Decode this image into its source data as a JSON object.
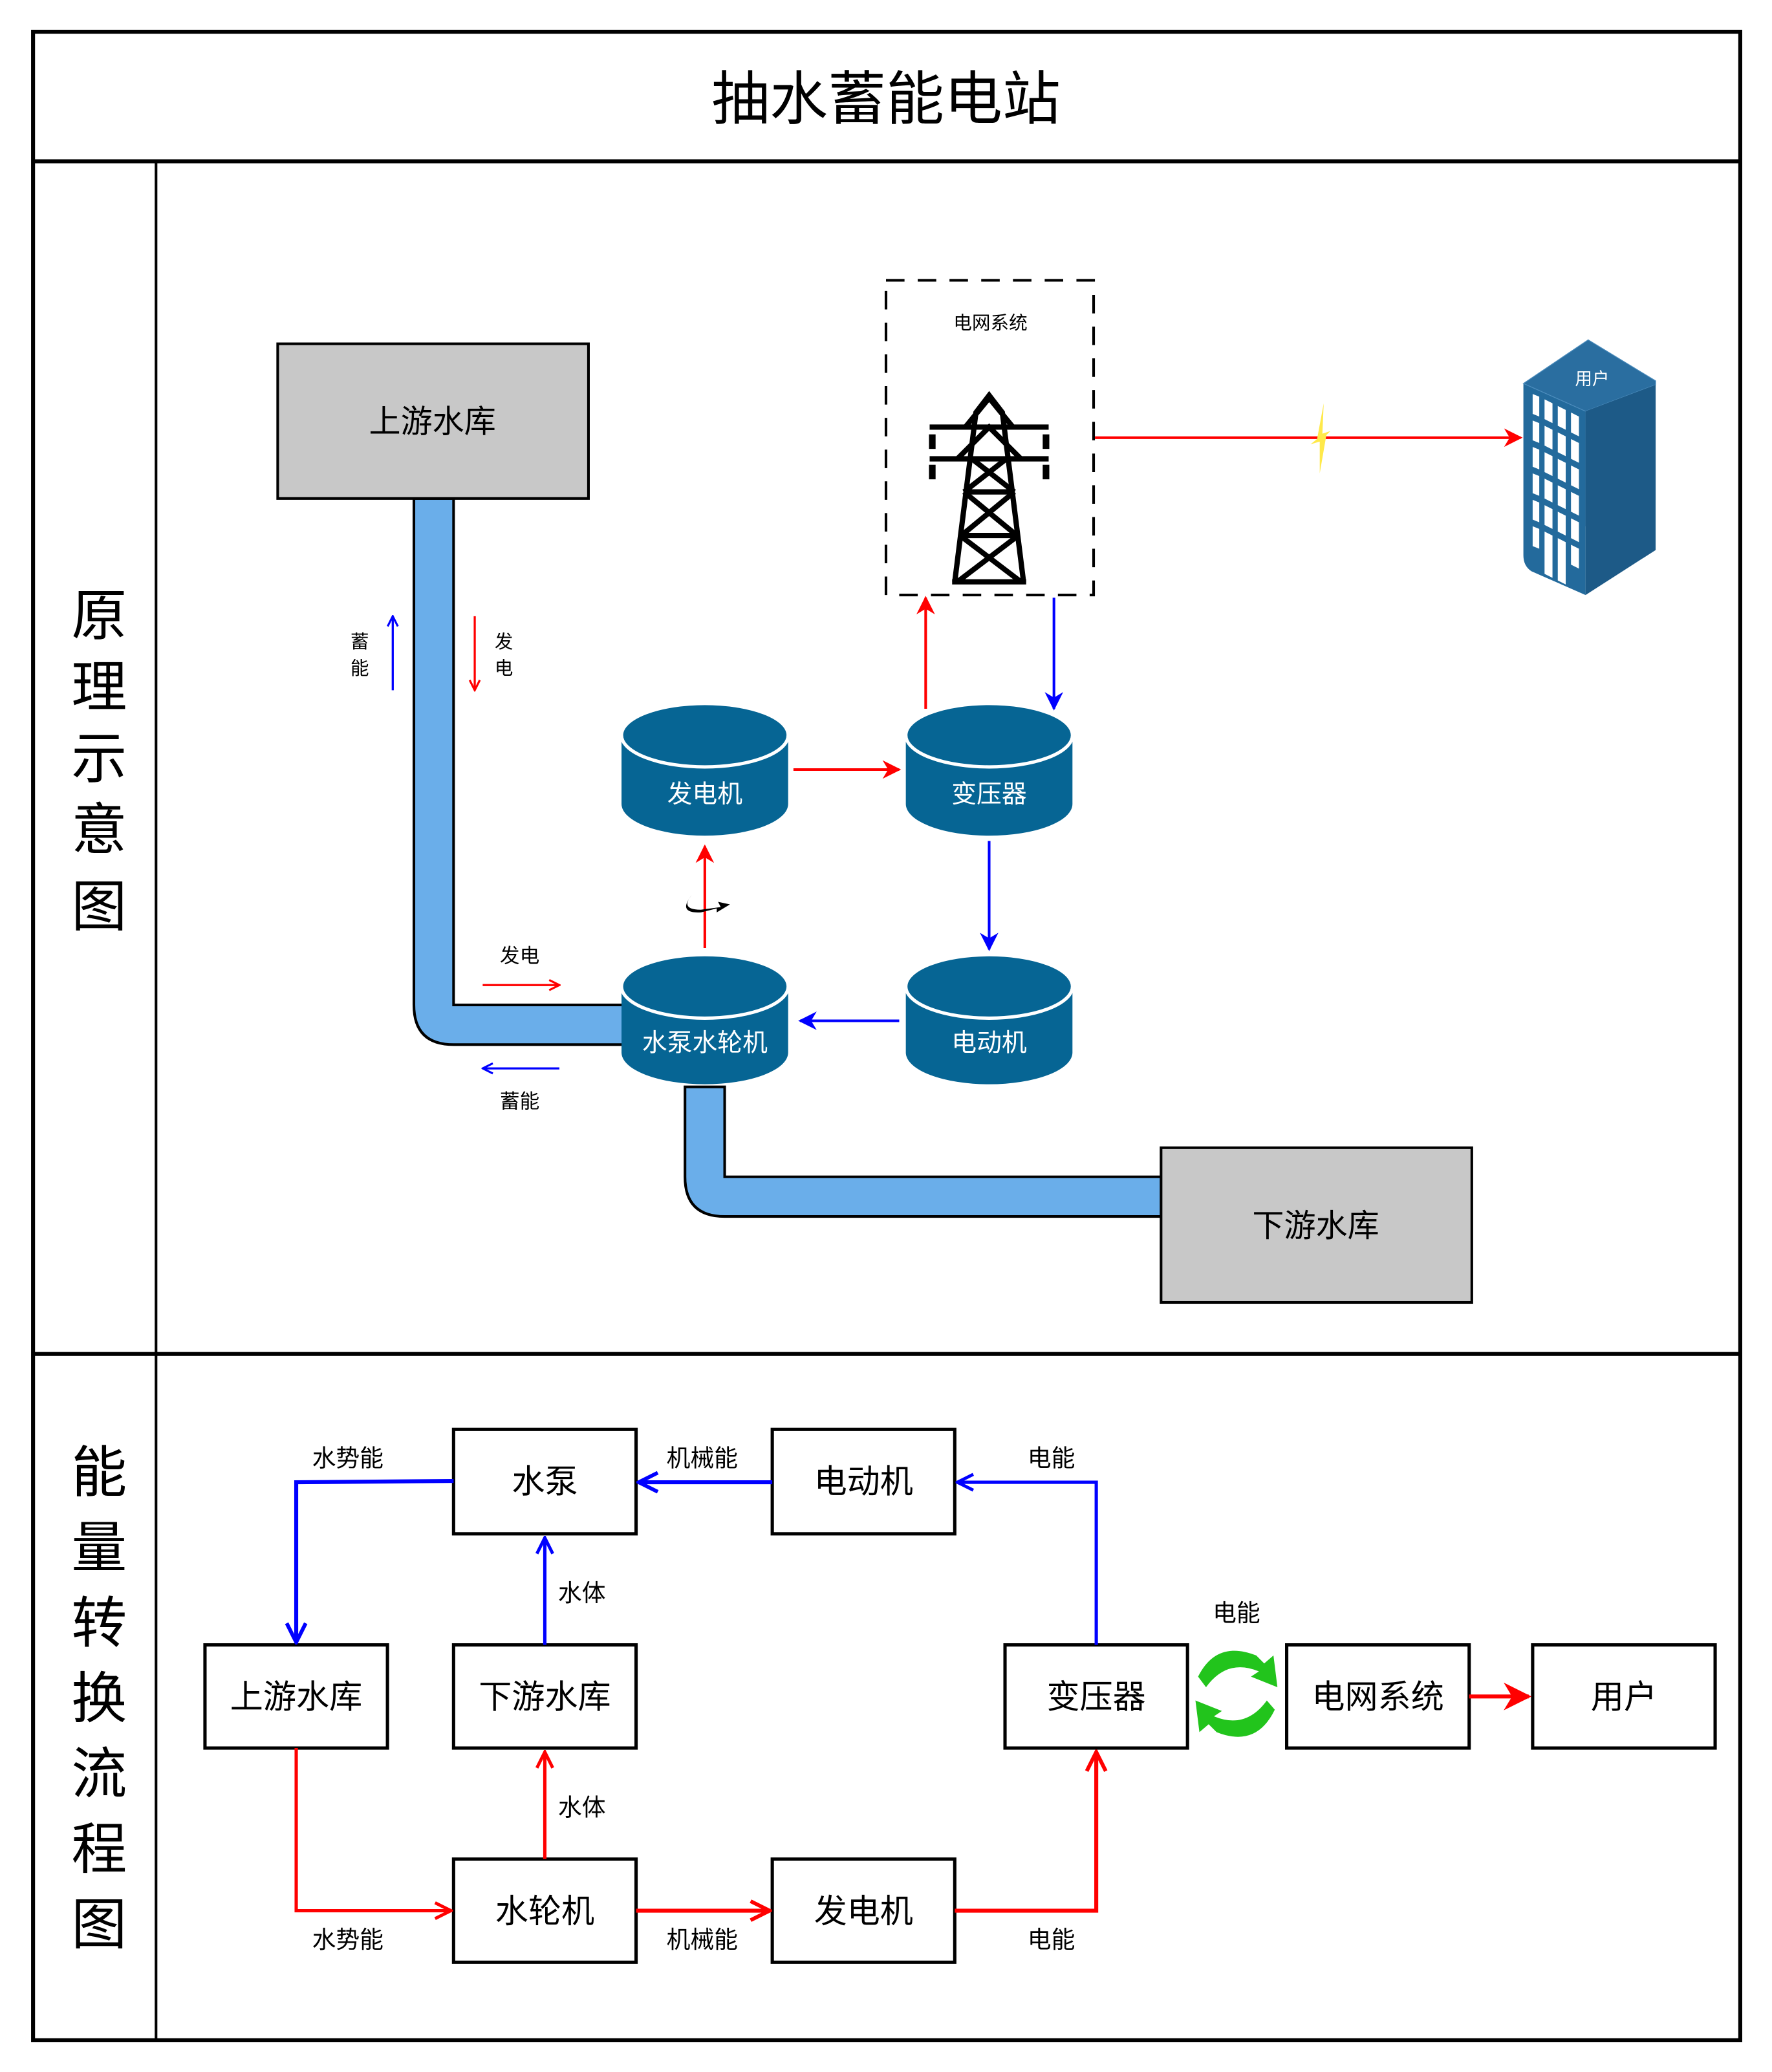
{
  "title": "抽水蓄能电站",
  "colors": {
    "frame": "#000000",
    "reservoir_fill": "#c8c8c8",
    "pipe_fill": "#6aaeea",
    "cylinder_fill": "#066594",
    "building_front": "#236a9c",
    "building_side": "#1d5a87",
    "red_flow": "#ff0000",
    "blue_flow": "#0000ff",
    "cycle_green": "#22c41c",
    "lightning": "#ffe94a"
  },
  "sections": {
    "principle": {
      "label": [
        "原",
        "理",
        "示",
        "意",
        "图"
      ],
      "upper_reservoir": "上游水库",
      "lower_reservoir": "下游水库",
      "pipe_labels": {
        "up_storage": [
          "蓄",
          "能"
        ],
        "down_generate": [
          "发",
          "电"
        ],
        "horizontal_generate": "发电",
        "horizontal_storage": "蓄能"
      },
      "machines": {
        "generator": "发电机",
        "transformer": "变压器",
        "pump_turbine": "水泵水轮机",
        "motor": "电动机"
      },
      "grid": {
        "label": "电网系统",
        "icon": "power-tower-icon"
      },
      "user": {
        "label": "用户",
        "icon": "building-icon"
      },
      "link_icon": "lightning-icon",
      "rotation_icon": "rotation-arrow-icon"
    },
    "flow": {
      "label": [
        "能",
        "量",
        "转",
        "换",
        "流",
        "程",
        "图"
      ],
      "boxes": {
        "pump": "水泵",
        "motor": "电动机",
        "upper_reservoir": "上游水库",
        "lower_reservoir": "下游水库",
        "transformer": "变压器",
        "grid": "电网系统",
        "user": "用户",
        "turbine": "水轮机",
        "generator": "发电机"
      },
      "edge_labels": {
        "pump_to_upper": "水势能",
        "motor_to_pump": "机械能",
        "transformer_to_motor": "电能",
        "lower_to_pump": "水体",
        "transformer_grid": "电能",
        "turbine_to_lower": "水体",
        "upper_to_turbine": "水势能",
        "turbine_to_generator": "机械能",
        "generator_to_transformer": "电能"
      },
      "cycle_icon": "exchange-cycle-icon"
    }
  }
}
